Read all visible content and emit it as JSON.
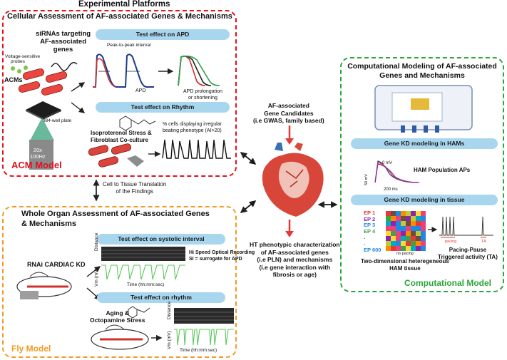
{
  "header": {
    "title": "Experimental Platforms"
  },
  "acm": {
    "title": "Cellular Assessment of AF-associated Genes & Mechanisms",
    "sirna": [
      "siRNAs targeting",
      "AF-associated",
      "genes"
    ],
    "probes": [
      "Voltage-sensitive",
      "probes"
    ],
    "acms": "ACMs",
    "plate": "384-well plate",
    "objective": [
      "20x",
      "100Hz"
    ],
    "pill_apd": "Test effect on APD",
    "peak": "Peak-to-peak interval",
    "apd": "APD",
    "apd_change": [
      "APD prolongation",
      "or shortening"
    ],
    "pill_rhythm": "Test effect on Rhythm",
    "stress": [
      "Isoproterenol Stress &",
      "Fibroblast Co-culture"
    ],
    "irregular": [
      "% cells displaying irregular",
      "beating phenotype (AI>20)"
    ],
    "model_label": "ACM Model"
  },
  "translation": [
    "Cell to Tissue Translation",
    "of the Findings"
  ],
  "center": {
    "candidates": [
      "AF-associated",
      "Gene Candidates",
      "(i.e GWAS, family based)"
    ],
    "phenotype": [
      "HT phenotypic characterization",
      "of AF-associated genes",
      "(i.e PLN) and mechanisms",
      "(i.e gene interaction with",
      "fibrosis or age)"
    ]
  },
  "fly": {
    "title": [
      "Whole Organ Assessment of AF-associated Genes",
      "& Mechanisms"
    ],
    "pill_systolic": "Test effect on systolic interval",
    "rnai": "RNAi CARDIAC KD",
    "hispeed": [
      "Hi Speed Optical Recording",
      "SI = surrogate for APD"
    ],
    "distance": "Distance",
    "vm": "Vm (mV)",
    "time": "Time (hh:mm:sec)",
    "pill_rhythm": "Test effect on rhythm",
    "aging": [
      "Aging &",
      "Octopamine Stress"
    ],
    "model_label": "Fly Model"
  },
  "comp": {
    "title": [
      "Computational Modeling of AF-associated",
      "Genes and Mechanisms"
    ],
    "pill_ham": "Gene KD modeling in HAMs",
    "ham_aps": "HAM Population APs",
    "zero_mv": "0 mV",
    "fifty_mv": "50 mV",
    "two_hundred_ms": "200 ms",
    "pill_tissue": "Gene KD modeling in tissue",
    "eps": [
      "EP 1",
      "EP 2",
      "EP 3",
      "EP 4",
      ".",
      ".",
      "EP 600"
    ],
    "ep_colors": [
      "#e53935",
      "#8e24aa",
      "#1e88e5",
      "#43a047",
      "#444444",
      "#444444",
      "#1e88e5"
    ],
    "no_pacing": "no pacing",
    "pacing": "pacing",
    "ta": "TA",
    "tissue": [
      "Two-dimensional heteregeneous",
      "HAM tissue"
    ],
    "pacing_pause": [
      "Pacing-Pause",
      "Triggered activity (TA)"
    ],
    "model_label": "Computational Model"
  },
  "colors": {
    "acm": "#e3121b",
    "fly": "#f39a22",
    "comp": "#2aa63a",
    "pill": "#a9d6ef"
  }
}
